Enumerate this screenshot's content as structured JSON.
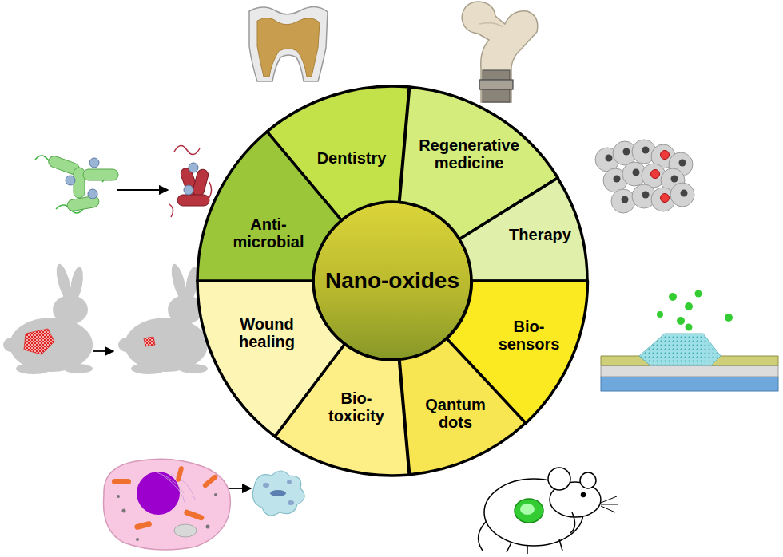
{
  "diagram": {
    "nodes": [
      {
        "text": [
          "Nano-oxides"
        ]
      },
      {
        "text": [
          "Dentistry"
        ]
      },
      {
        "text": [
          "Regenerative medicine"
        ]
      },
      {
        "text": [
          "Therapy"
        ]
      },
      {
        "text": [
          "Bio-sensors"
        ]
      },
      {
        "text": [
          "Qantum dots"
        ]
      },
      {
        "text": [
          "Bio-toxicity"
        ]
      },
      {
        "text": [
          "Wound healing"
        ]
      },
      {
        "text": [
          "Anti-microbial"
        ]
      }
    ]
  }
}
